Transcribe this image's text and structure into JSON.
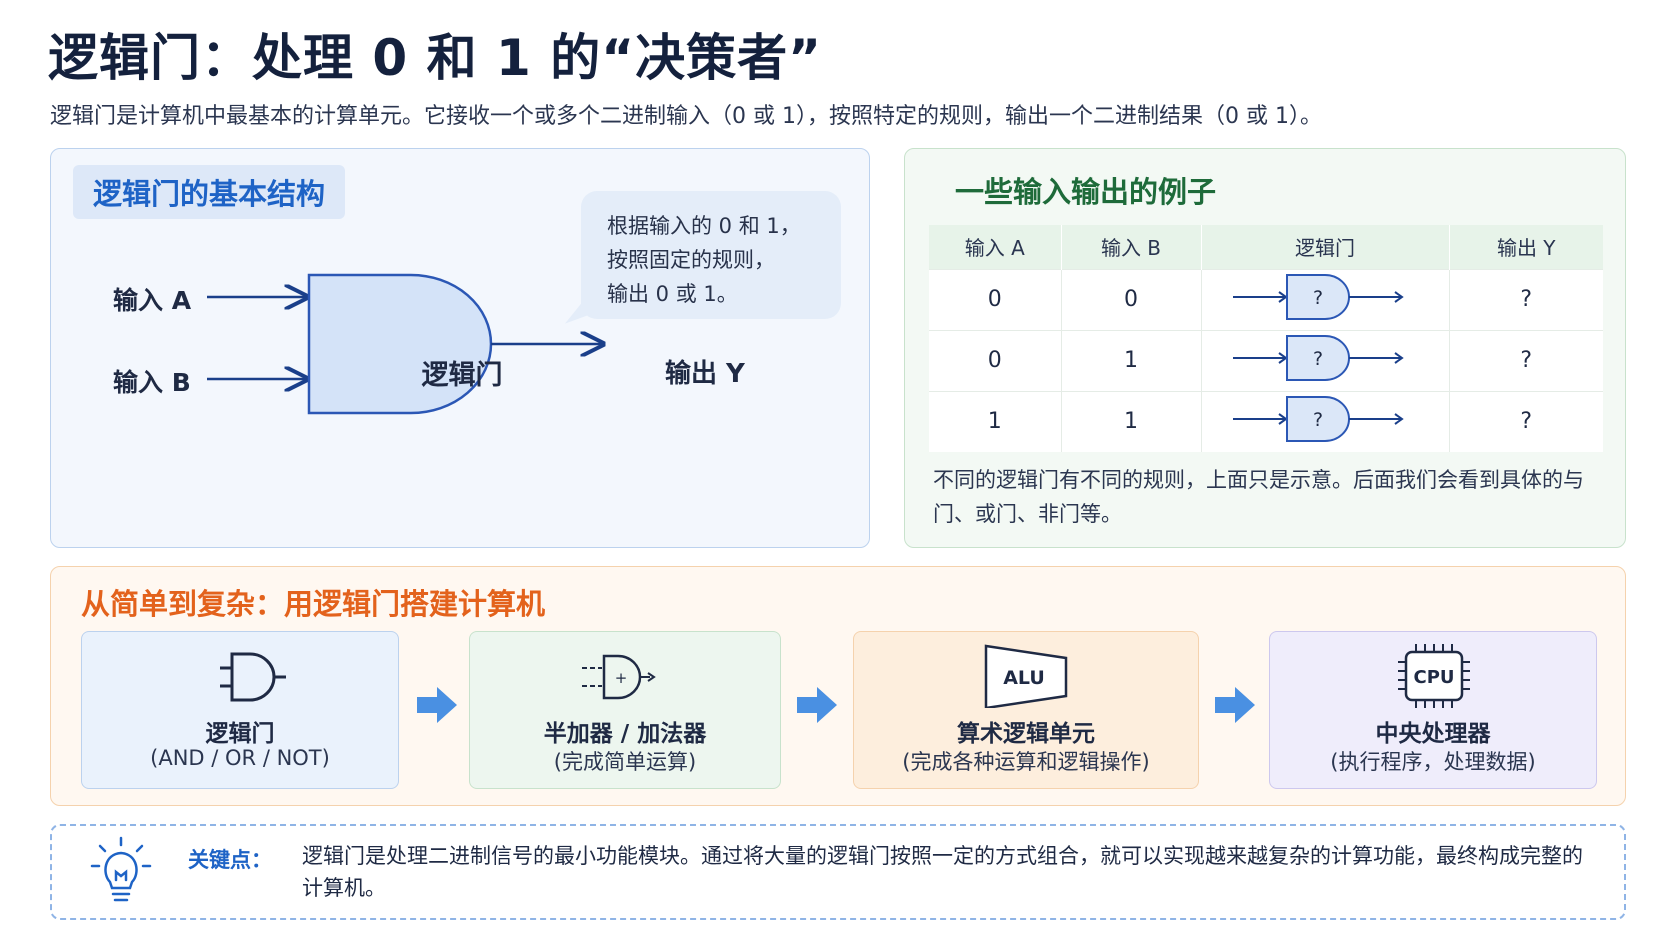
{
  "title": "逻辑门：处理 0 和 1 的“决策者”",
  "subtitle": "逻辑门是计算机中最基本的计算单元。它接收一个或多个二进制输入（0 或 1），按照特定的规则，输出一个二进制结果（0 或 1）。",
  "structure": {
    "heading": "逻辑门的基本结构",
    "input_a": "输入 A",
    "input_b": "输入 B",
    "gate": "逻辑门",
    "output": "输出 Y",
    "bubble_lines": [
      "根据输入的 0 和 1，",
      "按照固定的规则，",
      "输出 0 或 1。"
    ]
  },
  "examples": {
    "heading": "一些输入输出的例子",
    "headers": [
      "输入 A",
      "输入 B",
      "逻辑门",
      "输出 Y"
    ],
    "rows": [
      {
        "a": "0",
        "b": "0",
        "gate": "?",
        "y": "?"
      },
      {
        "a": "0",
        "b": "1",
        "gate": "?",
        "y": "?"
      },
      {
        "a": "1",
        "b": "1",
        "gate": "?",
        "y": "?"
      }
    ],
    "note": "不同的逻辑门有不同的规则，上面只是示意。后面我们会看到具体的与门、或门、非门等。"
  },
  "build": {
    "heading": "从简单到复杂：用逻辑门搭建计算机",
    "cards": [
      {
        "title": "逻辑门",
        "sub": "(AND / OR / NOT)",
        "icon": "and-gate-icon"
      },
      {
        "title": "半加器 / 加法器",
        "sub": "(完成简单运算)",
        "icon": "adder-icon",
        "icon_text": "+"
      },
      {
        "title": "算术逻辑单元",
        "sub": "(完成各种运算和逻辑操作)",
        "icon": "alu-icon",
        "icon_text": "ALU"
      },
      {
        "title": "中央处理器",
        "sub": "(执行程序，处理数据)",
        "icon": "cpu-chip-icon",
        "icon_text": "CPU"
      }
    ]
  },
  "key": {
    "label": "关键点：",
    "text": "逻辑门是处理二进制信号的最小功能模块。通过将大量的逻辑门按照一定的方式组合，就可以实现越来越复杂的计算功能，最终构成完整的计算机。",
    "icon": "lightbulb-icon"
  },
  "colors": {
    "blue_accent": "#1e63c6",
    "green_accent": "#1e6b3a",
    "orange_accent": "#e3621c",
    "arrow_blue": "#4a90e2"
  }
}
